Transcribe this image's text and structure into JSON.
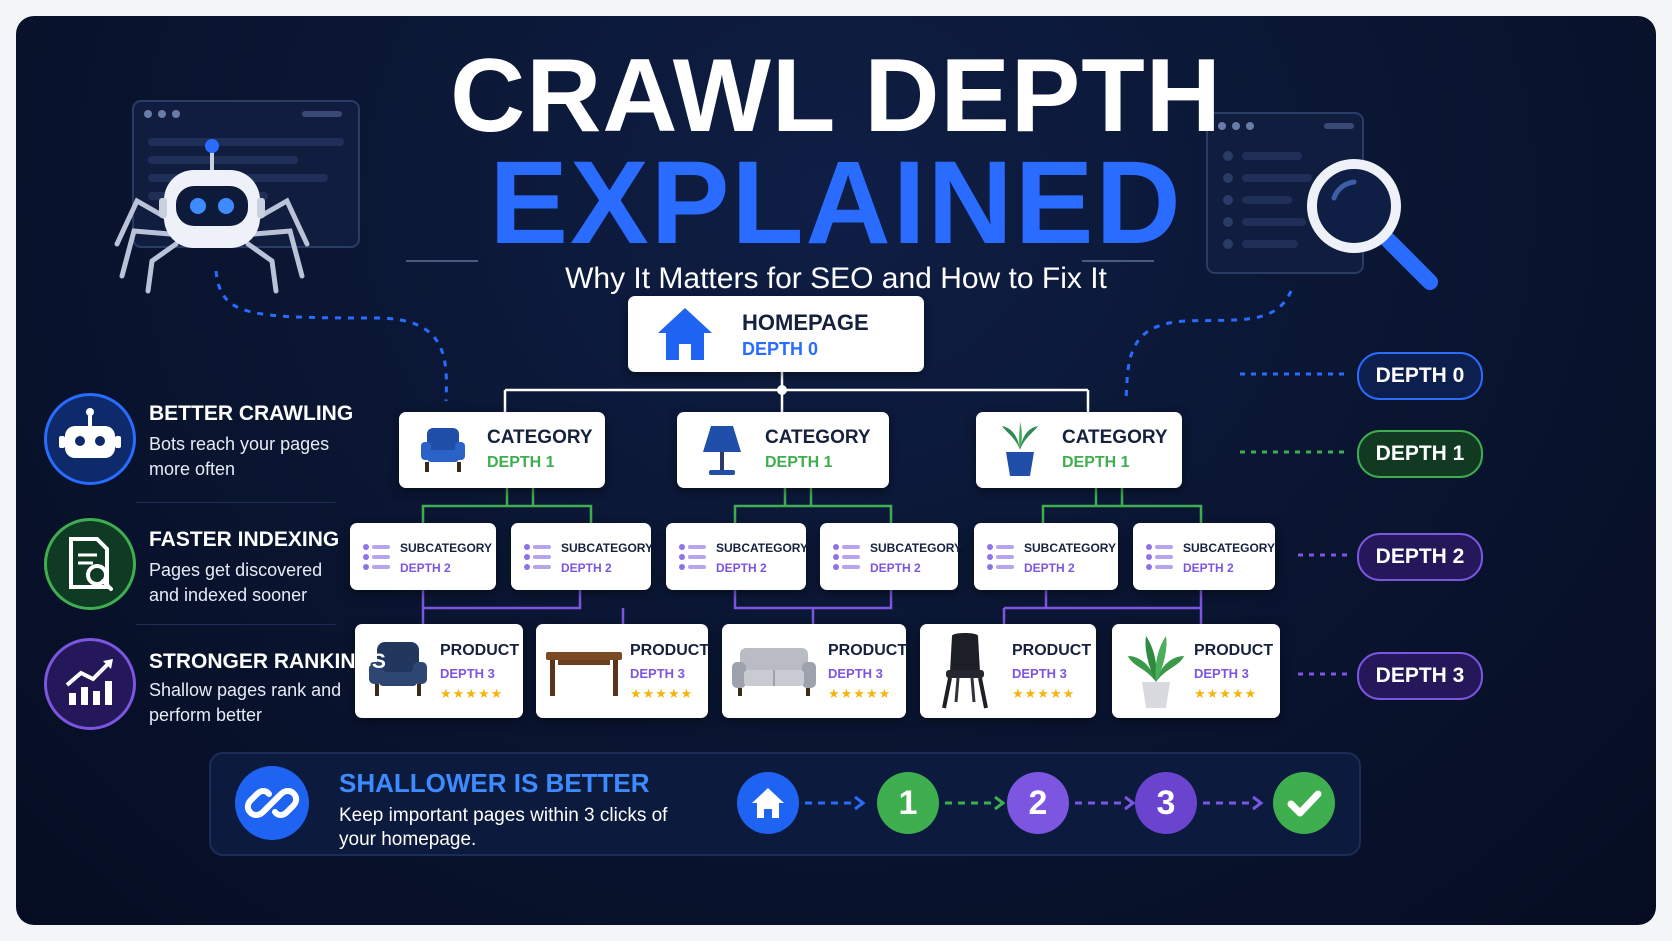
{
  "title": {
    "line1": "CRAWL DEPTH",
    "line2": "EXPLAINED",
    "subtitle": "Why It Matters for SEO and How to Fix It"
  },
  "tree": {
    "homepage": {
      "label": "HOMEPAGE",
      "depth": "DEPTH 0"
    },
    "categories": [
      {
        "label": "CATEGORY",
        "depth": "DEPTH 1",
        "icon": "armchair-icon"
      },
      {
        "label": "CATEGORY",
        "depth": "DEPTH 1",
        "icon": "lamp-icon"
      },
      {
        "label": "CATEGORY",
        "depth": "DEPTH 1",
        "icon": "plant-icon"
      }
    ],
    "subcategories": [
      {
        "label": "SUBCATEGORY",
        "depth": "DEPTH 2"
      },
      {
        "label": "SUBCATEGORY",
        "depth": "DEPTH 2"
      },
      {
        "label": "SUBCATEGORY",
        "depth": "DEPTH 2"
      },
      {
        "label": "SUBCATEGORY",
        "depth": "DEPTH 2"
      },
      {
        "label": "SUBCATEGORY",
        "depth": "DEPTH 2"
      },
      {
        "label": "SUBCATEGORY",
        "depth": "DEPTH 2"
      }
    ],
    "products": [
      {
        "label": "PRODUCT",
        "depth": "DEPTH 3",
        "icon": "armchair-icon",
        "rating": 5
      },
      {
        "label": "PRODUCT",
        "depth": "DEPTH 3",
        "icon": "table-icon",
        "rating": 5
      },
      {
        "label": "PRODUCT",
        "depth": "DEPTH 3",
        "icon": "sofa-icon",
        "rating": 5
      },
      {
        "label": "PRODUCT",
        "depth": "DEPTH 3",
        "icon": "chair-icon",
        "rating": 5
      },
      {
        "label": "PRODUCT",
        "depth": "DEPTH 3",
        "icon": "plant-icon",
        "rating": 5
      }
    ]
  },
  "depth_legend": [
    {
      "label": "DEPTH 0",
      "color": "#2a6cff"
    },
    {
      "label": "DEPTH 1",
      "color": "#3fae4f"
    },
    {
      "label": "DEPTH 2",
      "color": "#7c55e0"
    },
    {
      "label": "DEPTH 3",
      "color": "#7c55e0"
    }
  ],
  "benefits": [
    {
      "title": "BETTER CRAWLING",
      "desc": "Bots reach your pages more often",
      "icon": "robot-icon",
      "color": "#2a6cff"
    },
    {
      "title": "FASTER INDEXING",
      "desc": "Pages get discovered and indexed sooner",
      "icon": "document-search-icon",
      "color": "#3fae4f"
    },
    {
      "title": "STRONGER RANKINGS",
      "desc": "Shallow pages rank and perform better",
      "icon": "rising-chart-icon",
      "color": "#7c55e0"
    }
  ],
  "banner": {
    "title": "SHALLOWER IS BETTER",
    "desc": "Keep important pages within 3 clicks of your homepage.",
    "steps": [
      "1",
      "2",
      "3"
    ]
  },
  "colors": {
    "accent": "#2a6cff",
    "green": "#3fae4f",
    "purple": "#7c55e0",
    "navy": "#0a1633",
    "star": "#f5b40f"
  }
}
